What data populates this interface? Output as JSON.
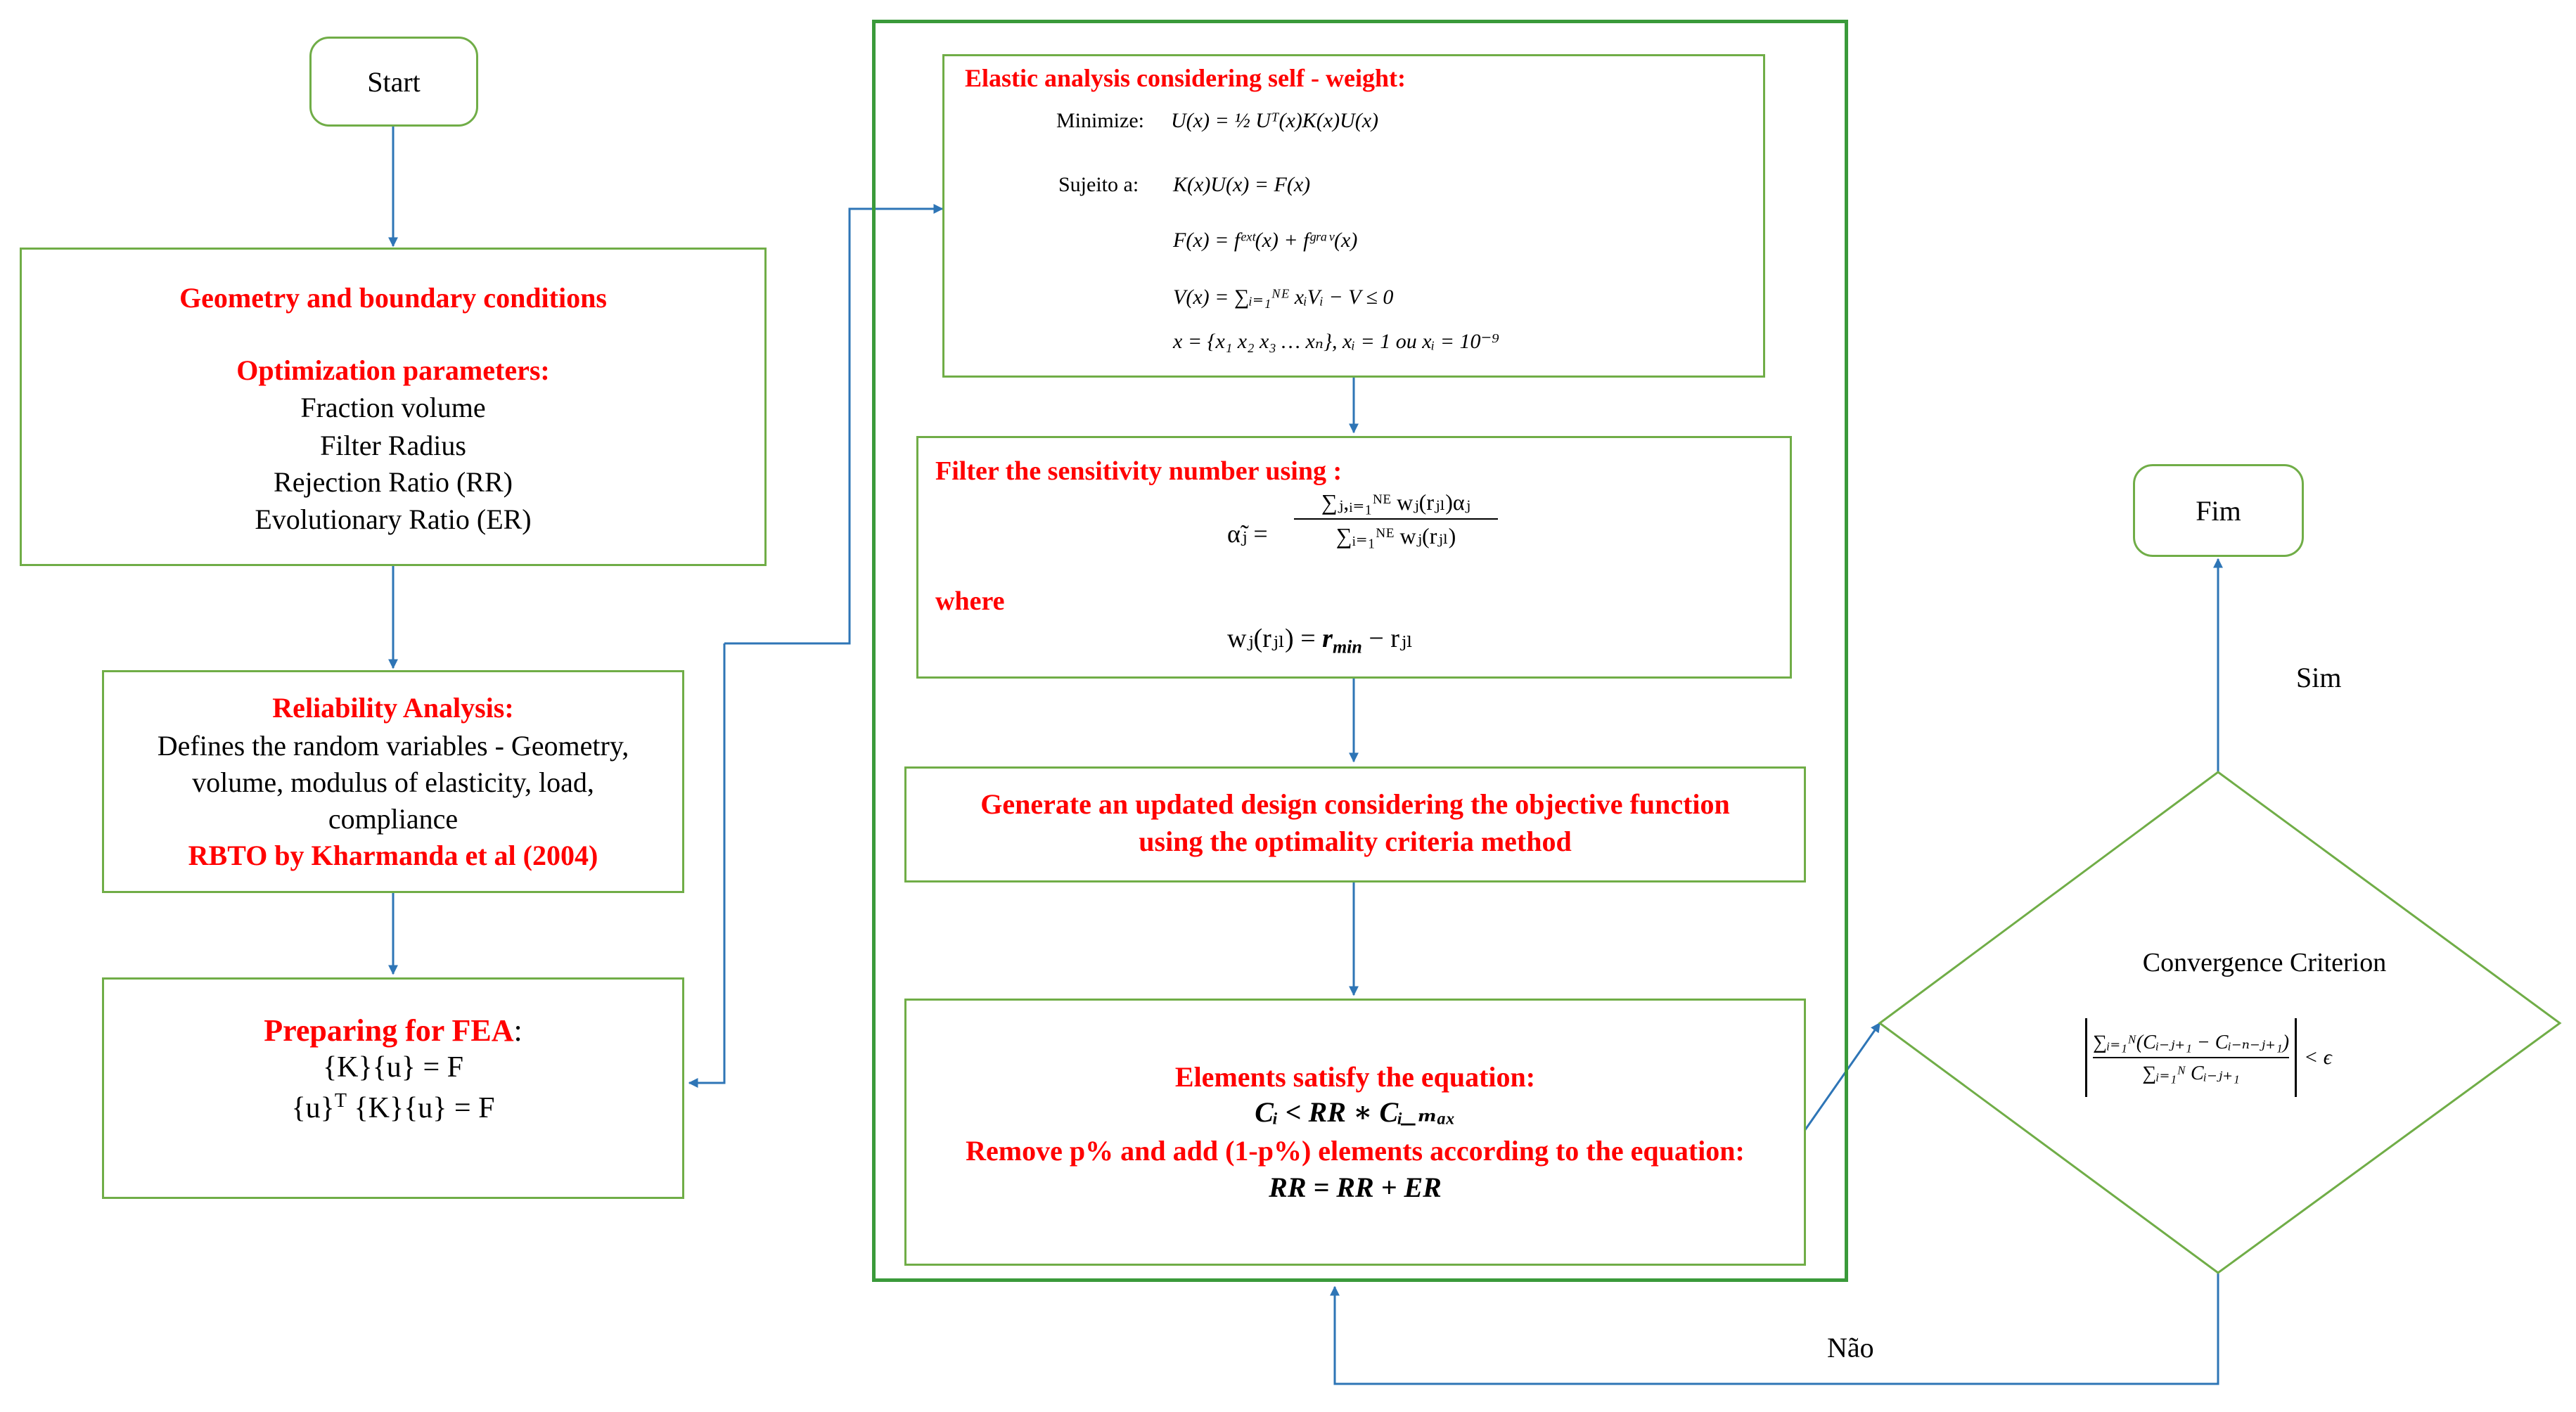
{
  "start": "Start",
  "geometry": {
    "title": "Geometry and boundary conditions",
    "opt_title": "Optimization parameters:",
    "params": [
      "Fraction volume",
      "Filter Radius",
      "Rejection Ratio (RR)",
      "Evolutionary Ratio (ER)"
    ]
  },
  "reliability": {
    "title": "Reliability Analysis:",
    "lines": [
      "Defines the random variables - Geometry,",
      "volume, modulus of elasticity, load,",
      "compliance"
    ],
    "rbto": "RBTO by Kharmanda et al (2004)"
  },
  "fea": {
    "title": "Preparing for FEA",
    "colon": ":",
    "eq1": "{K}{u} = F",
    "eq2_a": "{u}",
    "eq2_sup": "T",
    "eq2_b": " {K}{u} = F"
  },
  "elastic": {
    "title": "Elastic analysis considering self - weight:",
    "minimize_label": "Minimize:",
    "minimize_eq": "U(x) = ½ Uᵀ(x)K(x)U(x)",
    "subject_label": "Sujeito a:",
    "eq1": "K(x)U(x) = F(x)",
    "eq2": "F(x) = fᵉˣᵗ(x) + fᵍʳᵃᵛ(x)",
    "eq3": "V(x) = ∑ᵢ₌₁ᴺᴱ xᵢVᵢ − V ≤ 0",
    "eq4": "x = {x₁ x₂ x₃ … xₙ},  xᵢ = 1 ou  xᵢ = 10⁻⁹"
  },
  "filter": {
    "title": "Filter the sensitivity number using :",
    "lhs": "α̃ⱼ =",
    "num": "∑ⱼ,ᵢ₌₁ᴺᴱ wⱼ(rⱼₗ)αⱼ",
    "den": "∑ᵢ₌₁ᴺᴱ wⱼ(rⱼₗ)",
    "where": "where",
    "weq_a": "wⱼ(rⱼₗ) = ",
    "weq_b": "r",
    "weq_sub": "min",
    "weq_c": " − rⱼₗ"
  },
  "generate": {
    "lines": [
      "Generate an updated design considering the objective function",
      "using the optimality criteria method"
    ]
  },
  "elements": {
    "satisfy": "Elements satisfy the equation:",
    "ineq": "Cᵢ < RR ∗ Cᵢ_ₘₐₓ",
    "remove": "Remove p% and add (1-p%)  elements according to the equation:",
    "rr": "RR = RR + ER"
  },
  "convergence": {
    "title": "Convergence Criterion",
    "num": "∑ᵢ₌₁ᴺ(Cᵢ₋ⱼ₊₁ − Cᵢ₋ₙ₋ⱼ₊₁)",
    "den": "∑ᵢ₌₁ᴺ Cᵢ₋ⱼ₊₁",
    "rhs": "< ϵ"
  },
  "fim": "Fim",
  "sim": "Sim",
  "nao": "Não",
  "colors": {
    "box_border": "#70ad47",
    "arrow": "#2e75b6",
    "highlight": "#ff0000"
  }
}
